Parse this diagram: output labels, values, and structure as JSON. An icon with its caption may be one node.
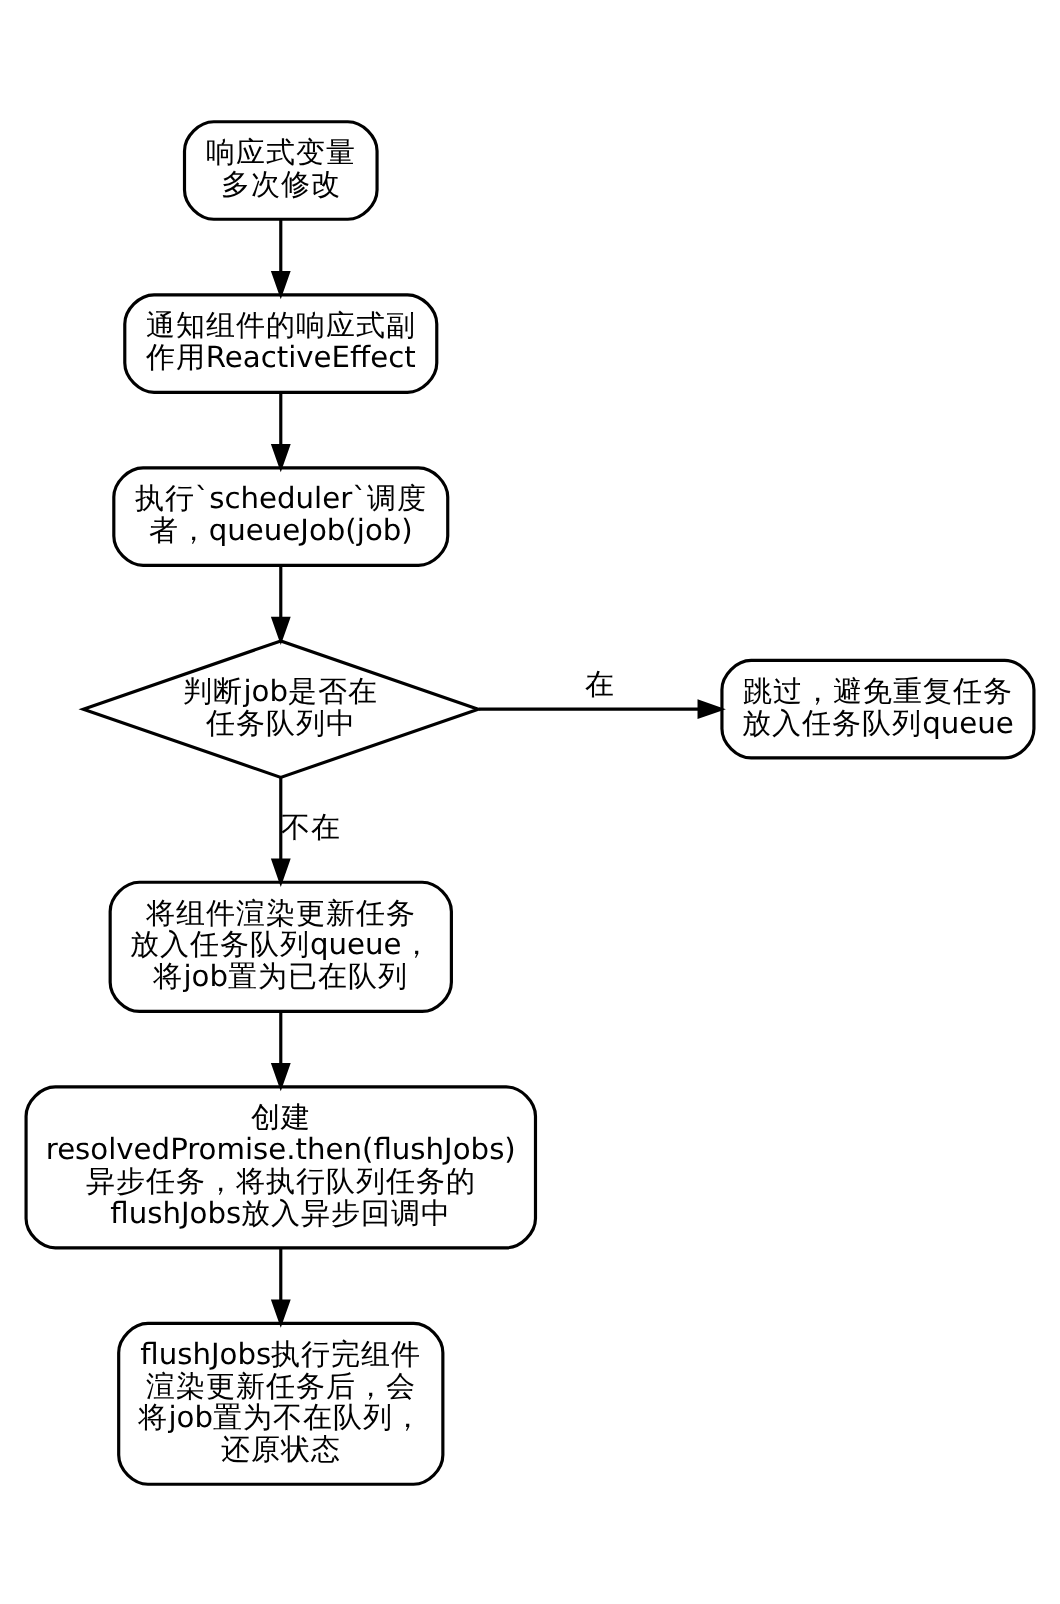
{
  "diagram": {
    "nodes": [
      {
        "text": [
          "响应式变量多次修改"
        ]
      },
      {
        "text": [
          "通知组件的响应式副作用ReactiveEffect"
        ]
      },
      {
        "text": [
          "执行`scheduler`调度者，queueJob(job)"
        ]
      },
      {
        "text": [
          "判断job是否在任务队列中"
        ]
      },
      {
        "text": [
          "跳过，避免重复任务放入任务队列queue"
        ]
      },
      {
        "text": [
          "将组件渲染更新任务放入任务队列queue，将job置为已在队列"
        ]
      },
      {
        "text": [
          "创建resolvedPromise.then(flushJobs)异步任务，将执行队列任务的flushJobs放入异步回调中"
        ]
      },
      {
        "text": [
          "flushJobs执行完组件渲染更新任务后，会将job置为不在队列，还原状态"
        ]
      }
    ],
    "edges": [
      {
        "from": 0,
        "to": 1,
        "arrow": "to"
      },
      {
        "from": 1,
        "to": 2,
        "arrow": "to"
      },
      {
        "from": 2,
        "to": 3,
        "arrow": "to"
      },
      {
        "from": 3,
        "to": 4,
        "arrow": "to",
        "label": "在"
      },
      {
        "from": 3,
        "to": 5,
        "arrow": "to",
        "label": "不在"
      },
      {
        "from": 5,
        "to": 6,
        "arrow": "to"
      },
      {
        "from": 6,
        "to": 7,
        "arrow": "to"
      }
    ]
  }
}
